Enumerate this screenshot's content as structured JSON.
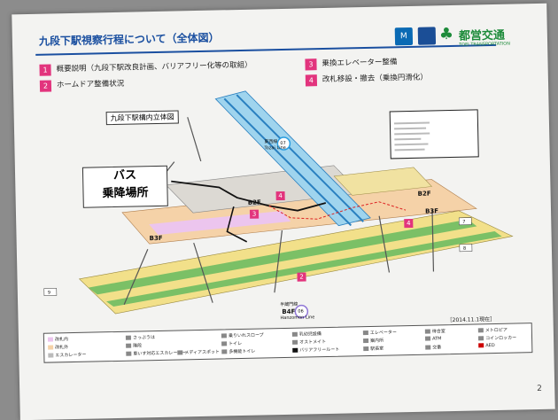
{
  "header": {
    "title": "九段下駅視察行程について（全体図）",
    "logo_brand": "都営交通",
    "logo_sub": "TOEI TRANSPORTATION",
    "logo_metro_mark": "M"
  },
  "items": [
    {
      "num": "1",
      "text": "概要説明（九段下駅改良計画、バリアフリー化等の取組）"
    },
    {
      "num": "2",
      "text": "ホームドア整備状況"
    },
    {
      "num": "3",
      "text": "乗換エレベーター整備"
    },
    {
      "num": "4",
      "text": "改札移設・撤去（乗換円滑化）"
    }
  ],
  "map": {
    "diagram_title": "九段下駅構内立体図",
    "bus_label_1": "バス",
    "bus_label_2": "乗降場所",
    "floor_b2f": "B2F",
    "floor_b2f_right": "B2F",
    "floor_b3f": "B3F",
    "floor_b3f_right": "B3F",
    "floor_b4f": "B4F",
    "tozai_line": "東西線",
    "tozai_line_en": "Tozai Line",
    "tozai_code": "07",
    "hanzomon_line": "半蔵門線",
    "hanzomon_line_en": "Hanzomon Line",
    "hanzomon_code": "06",
    "exit_7": "7",
    "exit_8": "8",
    "exit_9": "9",
    "callout_2": "2",
    "callout_3": "3",
    "callout_4a": "4",
    "callout_4b": "4"
  },
  "date_note": "［2014.11.1現在］",
  "page_number": "2",
  "bottom_legend": [
    "改札内",
    "改札外",
    "エスカレーター",
    "さっぷうは",
    "階段",
    "車いす対応エスカレーター",
    "乗りいれスロープ",
    "トイレ",
    "多機能トイレ",
    "乳幼児設備",
    "オストメイト",
    "バリアフリールート",
    "エレベーター",
    "案内所",
    "駅長室",
    "待合室",
    "ATM",
    "交番",
    "メトロピア",
    "コインロッカー",
    "AED",
    "メディアスポット"
  ]
}
